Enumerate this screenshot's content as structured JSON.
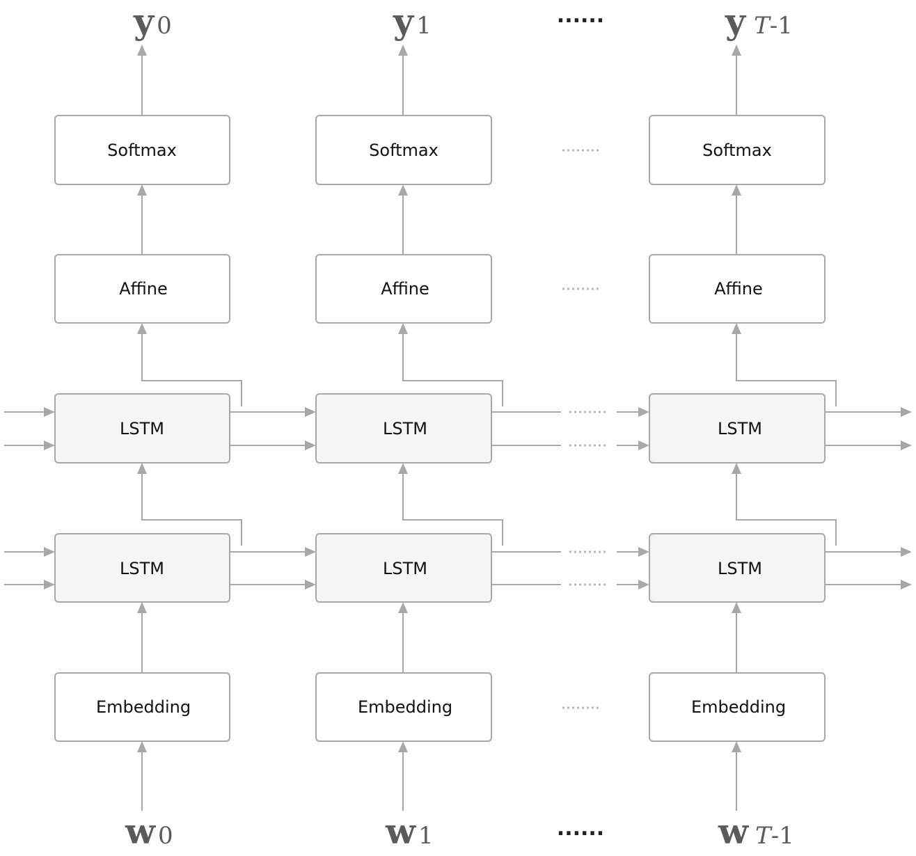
{
  "outputs": [
    {
      "symbol": "y",
      "index": "0"
    },
    {
      "symbol": "y",
      "index": "1"
    },
    {
      "symbol": "y",
      "index_var": "T",
      "index_rest": "-1"
    }
  ],
  "inputs": [
    {
      "symbol": "w",
      "index": "0"
    },
    {
      "symbol": "w",
      "index": "1"
    },
    {
      "symbol": "w",
      "index_var": "T",
      "index_rest": "-1"
    }
  ],
  "layers": {
    "softmax": "Softmax",
    "affine": "Affine",
    "lstm": "LSTM",
    "embedding": "Embedding"
  },
  "ellipsis": "......",
  "colors": {
    "box_stroke": "#a8a8a8",
    "lstm_fill": "#f4f5f4",
    "arrow": "#a8a8a8",
    "variable_text": "#5a5a5a"
  }
}
